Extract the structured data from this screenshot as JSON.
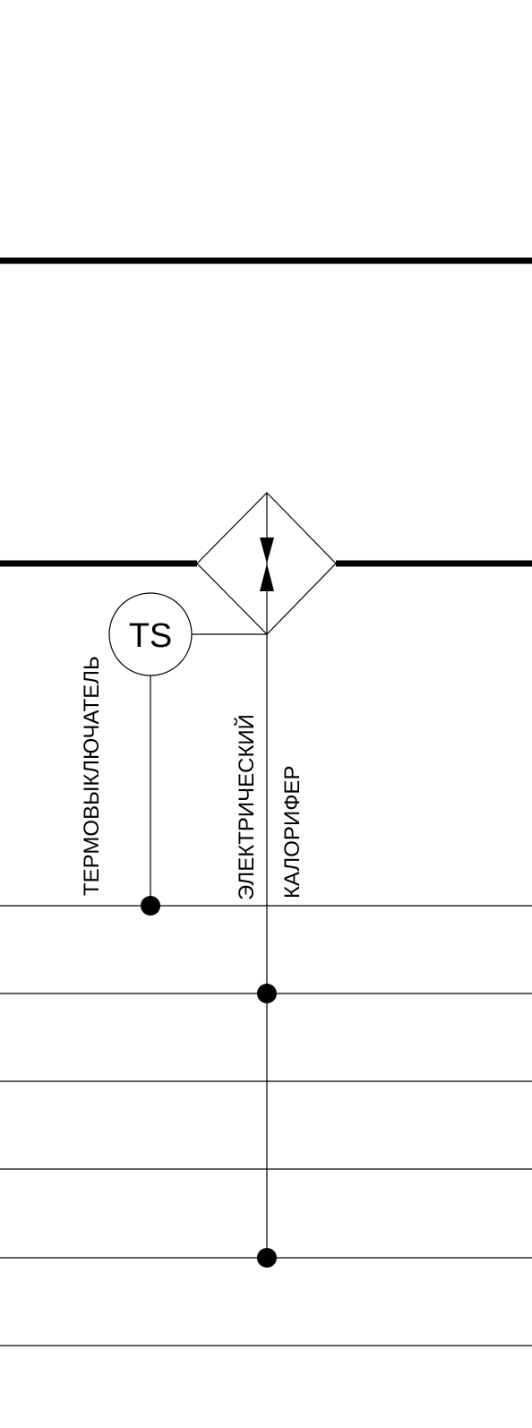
{
  "diagram": {
    "thermo_switch": {
      "symbol": "TS",
      "label": "ТЕРМОВЫКЛЮЧАТЕЛЬ"
    },
    "heater": {
      "label_line1": "ЭЛЕКТРИЧЕСКИЙ",
      "label_line2": "КАЛОРИФЕР"
    },
    "colors": {
      "line": "#000000",
      "background": "#ffffff"
    }
  }
}
